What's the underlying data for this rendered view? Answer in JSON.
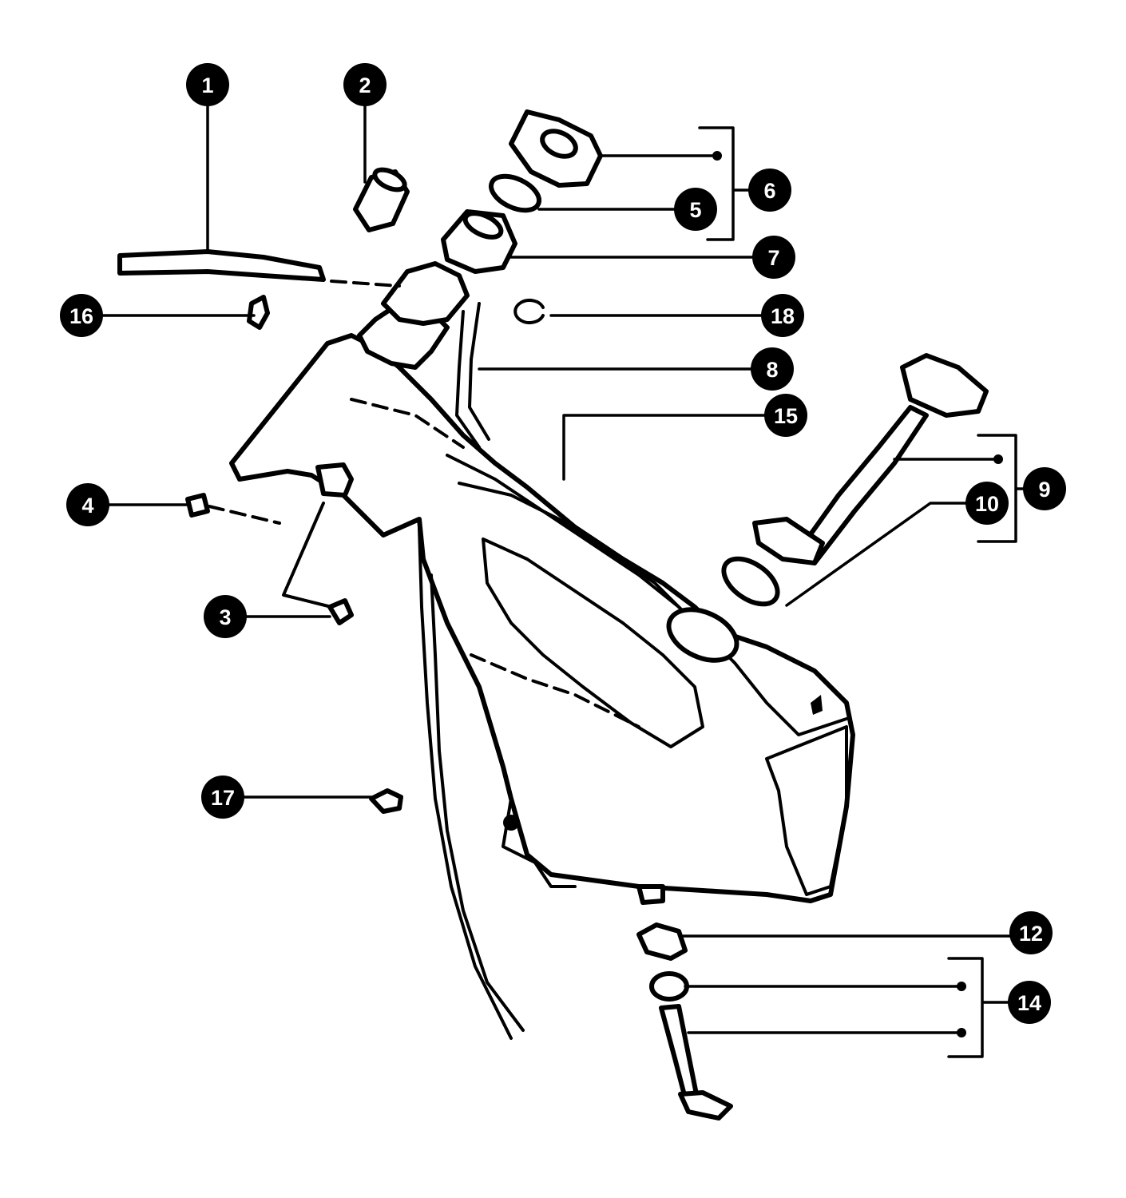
{
  "colors": {
    "ink": "#000000",
    "paper": "#ffffff",
    "label_text": "#ffffff"
  },
  "callouts": {
    "c1": "1",
    "c2": "2",
    "c3": "3",
    "c4": "4",
    "c5": "5",
    "c6": "6",
    "c7": "7",
    "c8": "8",
    "c9": "9",
    "c10": "10",
    "c12": "12",
    "c14": "14",
    "c15": "15",
    "c16": "16",
    "c17": "17",
    "c18": "18"
  }
}
